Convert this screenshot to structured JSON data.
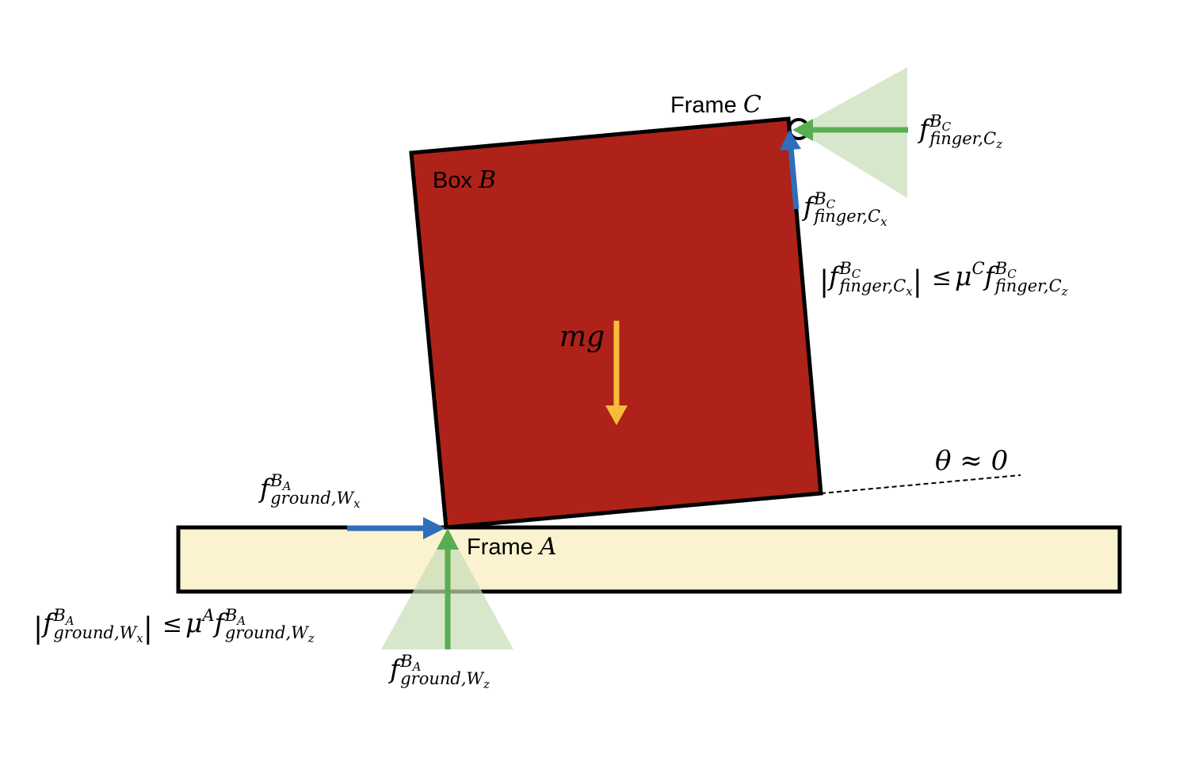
{
  "diagram": {
    "box_label_prefix": "Box ",
    "box_label_var": "B",
    "frame_c_prefix": "Frame ",
    "frame_c_var": "C",
    "frame_a_prefix": "Frame ",
    "frame_a_var": "A",
    "mg": "mg",
    "theta": "θ ≈ 0",
    "f": "f",
    "sup_BC_base": "B",
    "sup_BC_sub": "C",
    "sup_BA_base": "B",
    "sup_BA_sub": "A",
    "sub_finger": "finger,",
    "sub_ground": "ground,",
    "C": "C",
    "W": "W",
    "x": "x",
    "z": "z",
    "leq": "≤",
    "mu": "μ",
    "mu_C": "C",
    "mu_A": "A",
    "bar": "|"
  },
  "colors": {
    "box_fill": "#AE2219",
    "ground_fill": "#FBF2CF",
    "cone_fill": "#D6E6CC",
    "green_arrow": "#5AAE52",
    "blue_arrow": "#2F6EBA",
    "gravity_arrow": "#F7BD3A"
  }
}
